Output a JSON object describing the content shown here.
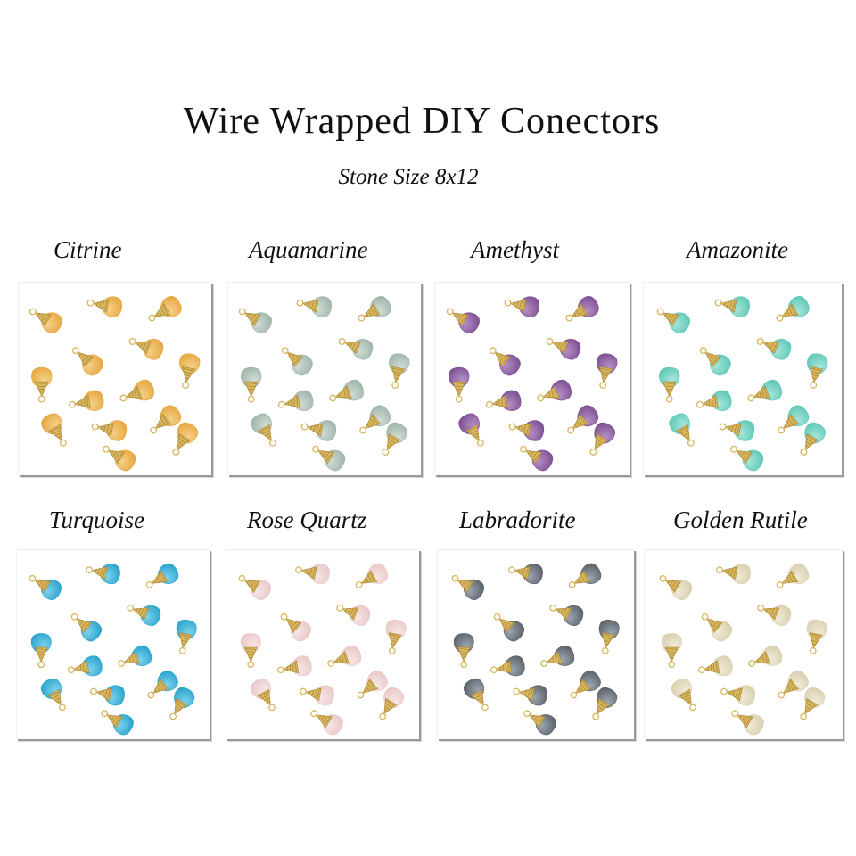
{
  "title": "Wire Wrapped DIY Conectors",
  "subtitle": "Stone Size 8x12",
  "colors": {
    "wire": "#d9b760",
    "wire_dark": "#a9852f",
    "background": "#ffffff"
  },
  "stones": [
    {
      "name": "Citrine",
      "color": "#e7a640",
      "light": "#f5d28a"
    },
    {
      "name": "Aquamarine",
      "color": "#9fb5aa",
      "light": "#d1ddd6"
    },
    {
      "name": "Amethyst",
      "color": "#7d4f93",
      "light": "#b590c5"
    },
    {
      "name": "Amazonite",
      "color": "#5ec8b6",
      "light": "#a7e6da"
    },
    {
      "name": "Turquoise",
      "color": "#2aa3cc",
      "light": "#7ed3ee"
    },
    {
      "name": "Rose Quartz",
      "color": "#e9c8c8",
      "light": "#f7e6e6"
    },
    {
      "name": "Labradorite",
      "color": "#5d6168",
      "light": "#9aa7b3"
    },
    {
      "name": "Golden Rutile",
      "color": "#d8cfae",
      "light": "#f1ecd9"
    }
  ]
}
